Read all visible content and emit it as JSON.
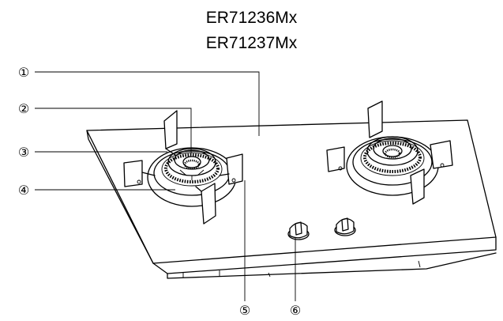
{
  "models": [
    "ER71236Mx",
    "ER71237Mx"
  ],
  "callouts": [
    "①",
    "②",
    "③",
    "④",
    "⑤",
    "⑥"
  ]
}
